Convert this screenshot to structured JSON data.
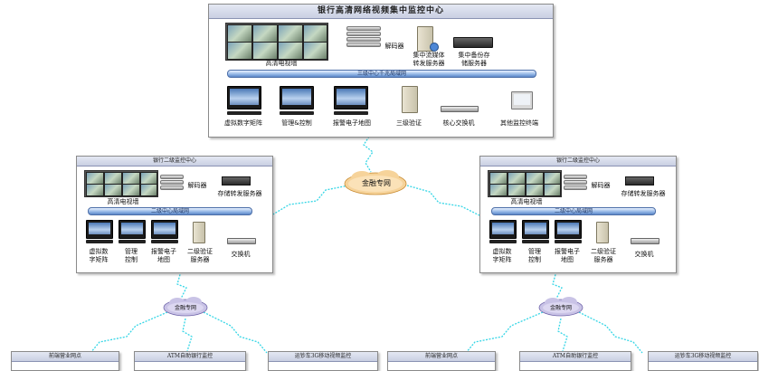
{
  "top": {
    "title": "银行高清网络视频集中监控中心",
    "hd_wall": "高清电视墙",
    "decoder": "解码器",
    "stream_server_line1": "集中流媒体",
    "stream_server_line2": "转发服务器",
    "backup_line1": "集中备份存",
    "backup_line2": "储服务器",
    "lan": "三级中心千兆局域网",
    "virtual_matrix": "虚拟数字矩阵",
    "manage": "管理&控制",
    "alarm_map": "报警电子地图",
    "auth3": "三级验证",
    "core_switch": "核心交换机",
    "other_terminal": "其他监控终端"
  },
  "network_main": "金融专网",
  "left": {
    "title": "银行二级监控中心",
    "hd_wall": "高清电视墙",
    "decoder": "解码器",
    "storage": "存储转发服务器",
    "lan": "二级中心局域网",
    "vm_line1": "虚拟数",
    "vm_line2": "字矩阵",
    "mgmt_line1": "管理",
    "mgmt_line2": "控制",
    "alarm_line1": "报警电子",
    "alarm_line2": "地图",
    "auth_line1": "二级验证",
    "auth_line2": "服务器",
    "switch": "交换机",
    "net": "金融专网"
  },
  "right": {
    "title": "银行二级监控中心",
    "hd_wall": "高清电视墙",
    "decoder": "解码器",
    "storage": "存储转发服务器",
    "lan": "二级中心局域网",
    "vm_line1": "虚拟数",
    "vm_line2": "字矩阵",
    "mgmt_line1": "管理",
    "mgmt_line2": "控制",
    "alarm_line1": "报警电子",
    "alarm_line2": "地图",
    "auth_line1": "二级验证",
    "auth_line2": "服务器",
    "switch": "交换机",
    "net": "金融专网"
  },
  "bottom": {
    "l1": "前端营业网点",
    "l2": "ATM自助银行监控",
    "l3": "运钞车3G移动视频监控",
    "r1": "前端营业网点",
    "r2": "ATM自助银行监控",
    "r3": "运钞车3G移动视频监控"
  }
}
